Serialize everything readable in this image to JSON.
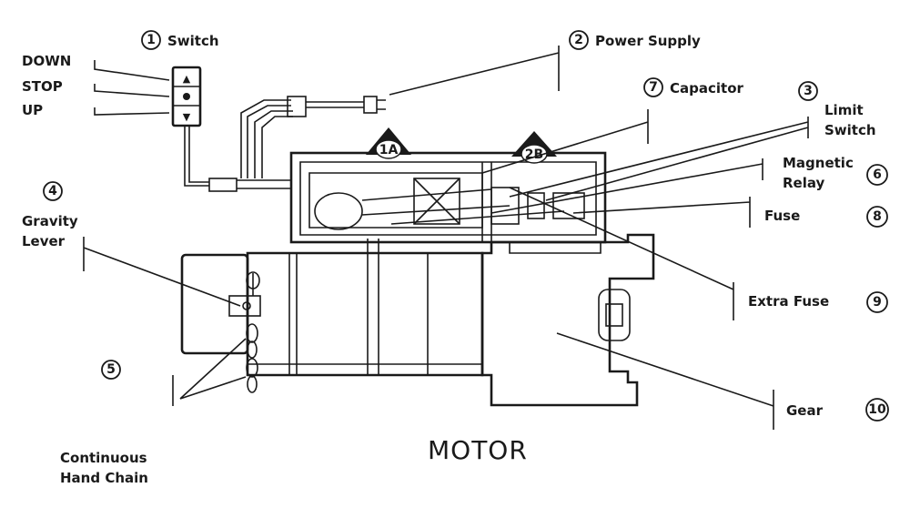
{
  "diagram": {
    "title": "MOTOR",
    "switch_positions": [
      "DOWN",
      "STOP",
      "UP"
    ],
    "callouts": [
      {
        "id": "switch",
        "number": "1",
        "label": "Switch"
      },
      {
        "id": "power-supply",
        "number": "2",
        "label": "Power Supply"
      },
      {
        "id": "limit-switch",
        "number": "3",
        "label": "Limit Switch",
        "lines": [
          "Limit",
          "Switch"
        ]
      },
      {
        "id": "gravity-lever",
        "number": "4",
        "label": "Gravity Lever",
        "lines": [
          "Gravity",
          "Lever"
        ]
      },
      {
        "id": "continuous-hand-chain",
        "number": "5",
        "label": "Continuous Hand Chain",
        "lines": [
          "Continuous",
          "Hand Chain"
        ]
      },
      {
        "id": "magnetic-relay",
        "number": "6",
        "label": "Magnetic Relay",
        "lines": [
          "Magnetic",
          "Relay"
        ]
      },
      {
        "id": "capacitor",
        "number": "7",
        "label": "Capacitor"
      },
      {
        "id": "fuse",
        "number": "8",
        "label": "Fuse"
      },
      {
        "id": "extra-fuse",
        "number": "9",
        "label": "Extra Fuse"
      },
      {
        "id": "gear",
        "number": "10",
        "label": "Gear"
      }
    ],
    "section_markers": [
      "1A",
      "2B"
    ]
  }
}
